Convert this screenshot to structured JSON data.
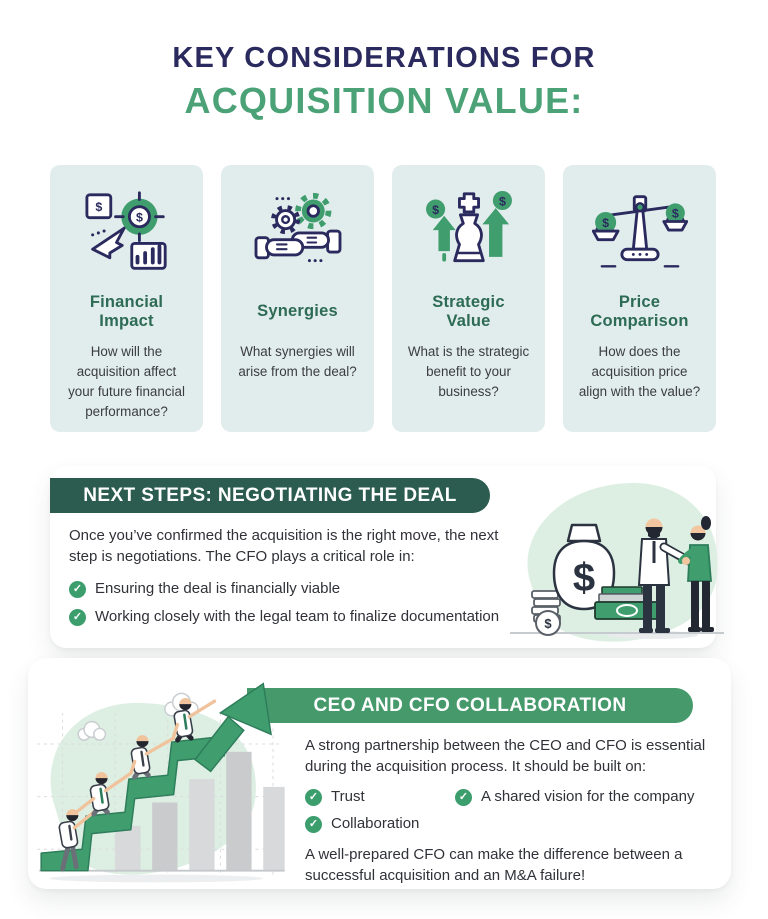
{
  "header": {
    "line1": "KEY CONSIDERATIONS FOR",
    "line2": "ACQUISITION VALUE:"
  },
  "colors": {
    "title_navy": "#2b2a5e",
    "title_green": "#4ba276",
    "card_bg": "#e1edec",
    "card_heading_green": "#2d6b55",
    "body_text": "#3b3c42",
    "pill_dark_green": "#2b5c4f",
    "pill_green": "#45996b",
    "check_green": "#3d9e6d",
    "accent_green": "#3f9d6e",
    "icon_navy": "#2b2a5e",
    "blob_green": "#ddefe3"
  },
  "icons": {
    "check_glyph": "✓"
  },
  "cards": [
    {
      "icon": "financial-impact-icon",
      "title": "Financial Impact",
      "title_lines": [
        "Financial",
        "Impact"
      ],
      "description": "How will the acquisition affect your future financial performance?"
    },
    {
      "icon": "synergies-icon",
      "title": "Synergies",
      "title_lines": [
        "Synergies"
      ],
      "description": "What synergies will arise from the deal?"
    },
    {
      "icon": "strategic-value-icon",
      "title": "Strategic Value",
      "title_lines": [
        "Strategic",
        "Value"
      ],
      "description": "What is the strategic benefit to your business?"
    },
    {
      "icon": "price-comparison-icon",
      "title": "Price Comparison",
      "title_lines": [
        "Price",
        "Comparison"
      ],
      "description": "How does the acquisition price align with the value?"
    }
  ],
  "next_steps": {
    "header": "NEXT STEPS: NEGOTIATING THE DEAL",
    "intro": "Once you’ve confirmed the acquisition is the right move, the next step is negotiations. The CFO plays a critical role in:",
    "bullets": [
      "Ensuring the deal is financially viable",
      "Working closely with the legal team to finalize documentation"
    ]
  },
  "collaboration": {
    "header": "CEO AND CFO COLLABORATION",
    "intro": "A strong partnership between the CEO and CFO is essential during the acquisition process. It should be built on:",
    "bullets": [
      "Trust",
      "A shared vision for the company",
      "Collaboration"
    ],
    "closing": "A well-prepared CFO can make the difference between a successful acquisition and an M&A failure!"
  }
}
